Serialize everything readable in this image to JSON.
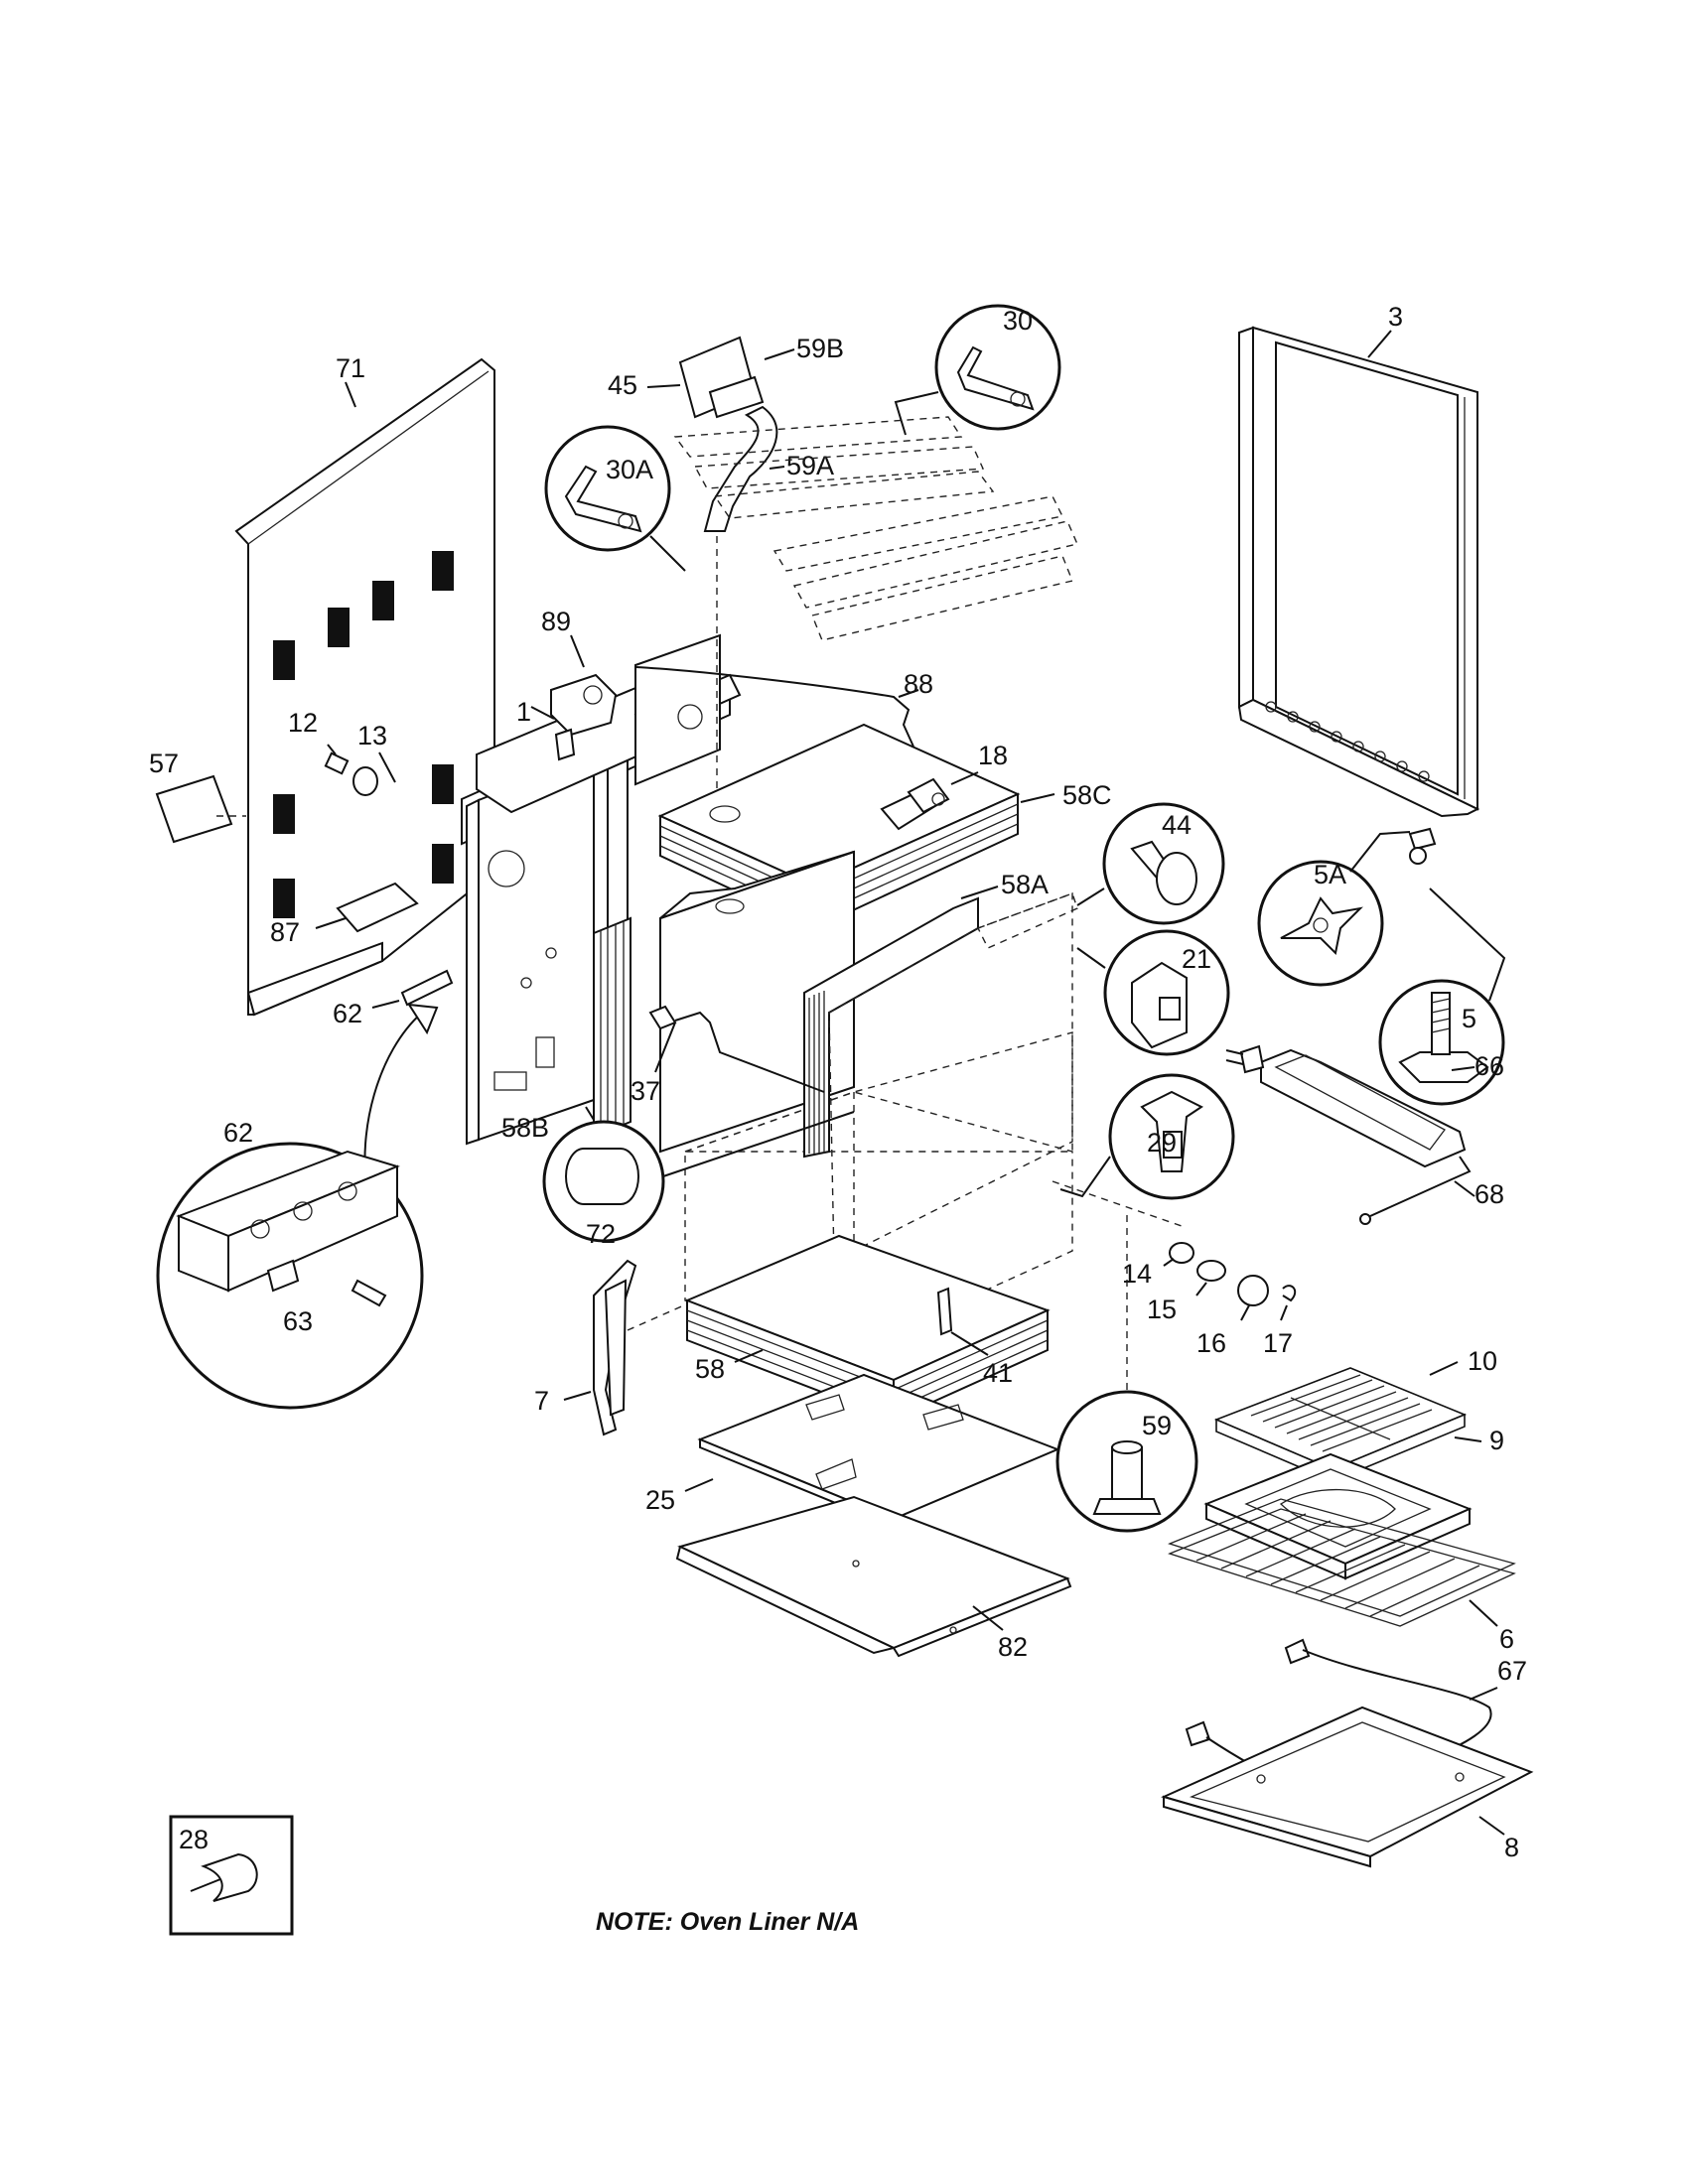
{
  "note": "NOTE:  Oven Liner N/A",
  "labels": {
    "p1": "1",
    "p3": "3",
    "p5": "5",
    "p5A": "5A",
    "p6": "6",
    "p7": "7",
    "p8": "8",
    "p9": "9",
    "p10": "10",
    "p12": "12",
    "p13": "13",
    "p14": "14",
    "p15": "15",
    "p16": "16",
    "p17": "17",
    "p18": "18",
    "p21": "21",
    "p25": "25",
    "p28": "28",
    "p29": "29",
    "p30": "30",
    "p30A": "30A",
    "p37": "37",
    "p41": "41",
    "p44": "44",
    "p45": "45",
    "p57": "57",
    "p58": "58",
    "p58A": "58A",
    "p58B": "58B",
    "p58C": "58C",
    "p59": "59",
    "p59A": "59A",
    "p59B": "59B",
    "p62a": "62",
    "p62b": "62",
    "p63": "63",
    "p66": "66",
    "p67": "67",
    "p68": "68",
    "p71": "71",
    "p72": "72",
    "p82": "82",
    "p87": "87",
    "p88": "88",
    "p89": "89"
  }
}
